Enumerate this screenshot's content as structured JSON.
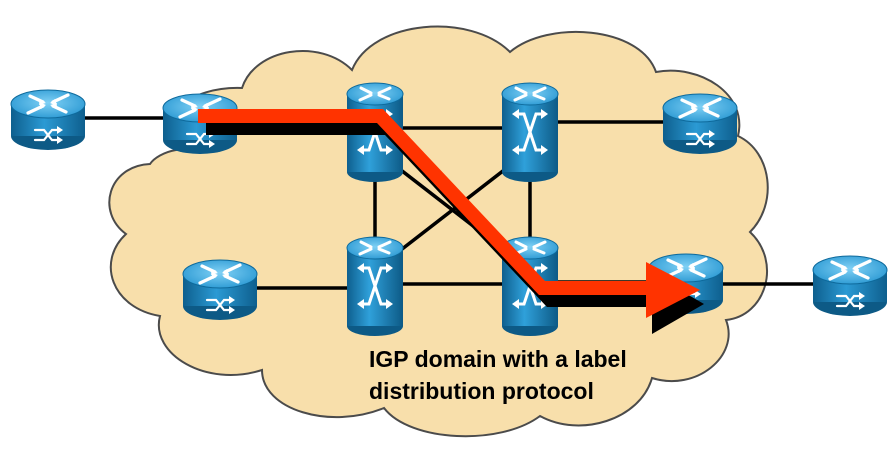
{
  "caption": {
    "line1": "IGP domain with a label",
    "line2": "distribution protocol"
  },
  "colors": {
    "cloud_fill": "#f8dfab",
    "cloud_stroke": "#4b4b4b",
    "link": "#000000",
    "path_arrow": "#ff3300",
    "device_body": "#1e8bc3",
    "device_light": "#4cb7e8",
    "device_dark": "#0e5f8e"
  },
  "devices": [
    {
      "id": "external-router-left",
      "kind": "router"
    },
    {
      "id": "edge-router-ingress",
      "kind": "router"
    },
    {
      "id": "edge-router-lower-left",
      "kind": "router"
    },
    {
      "id": "core-switch-top-left",
      "kind": "switch"
    },
    {
      "id": "core-switch-top-right",
      "kind": "switch"
    },
    {
      "id": "core-switch-bottom-left",
      "kind": "switch"
    },
    {
      "id": "core-switch-bottom-right",
      "kind": "switch"
    },
    {
      "id": "edge-router-upper-right",
      "kind": "router"
    },
    {
      "id": "edge-router-egress",
      "kind": "router"
    },
    {
      "id": "external-router-right",
      "kind": "router"
    }
  ]
}
